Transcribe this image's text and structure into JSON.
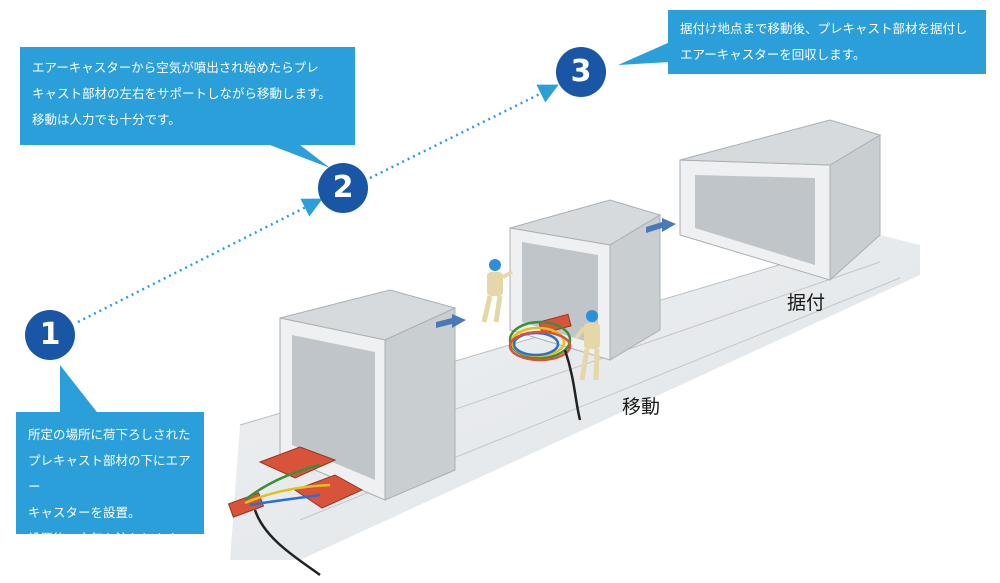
{
  "callouts": {
    "step1": "所定の場所に荷下ろしされた\nプレキャスト部材の下にエアー\nキャスターを設置。\n設置後、空気を注入します。",
    "step2": "エアーキャスターから空気が噴出され始めたらプレ\nキャスト部材の左右をサポートしながら移動します。\n移動は人力でも十分です。",
    "step3": "据付け地点まで移動後、プレキャスト部材を据付し\nエアーキャスターを回収します。"
  },
  "steps": {
    "n1": "1",
    "n2": "2",
    "n3": "3"
  },
  "labels": {
    "move": "移動",
    "install": "据付"
  },
  "colors": {
    "callout_bg": "#2b9fd9",
    "circle": "#1a56a6",
    "arrow": "#2b9fd9",
    "concrete": "#cfd3d6",
    "caster": "#d9533a"
  },
  "icons": [
    "worker-icon",
    "air-caster-icon",
    "dotted-arrow-icon",
    "movement-arrow-icon"
  ]
}
